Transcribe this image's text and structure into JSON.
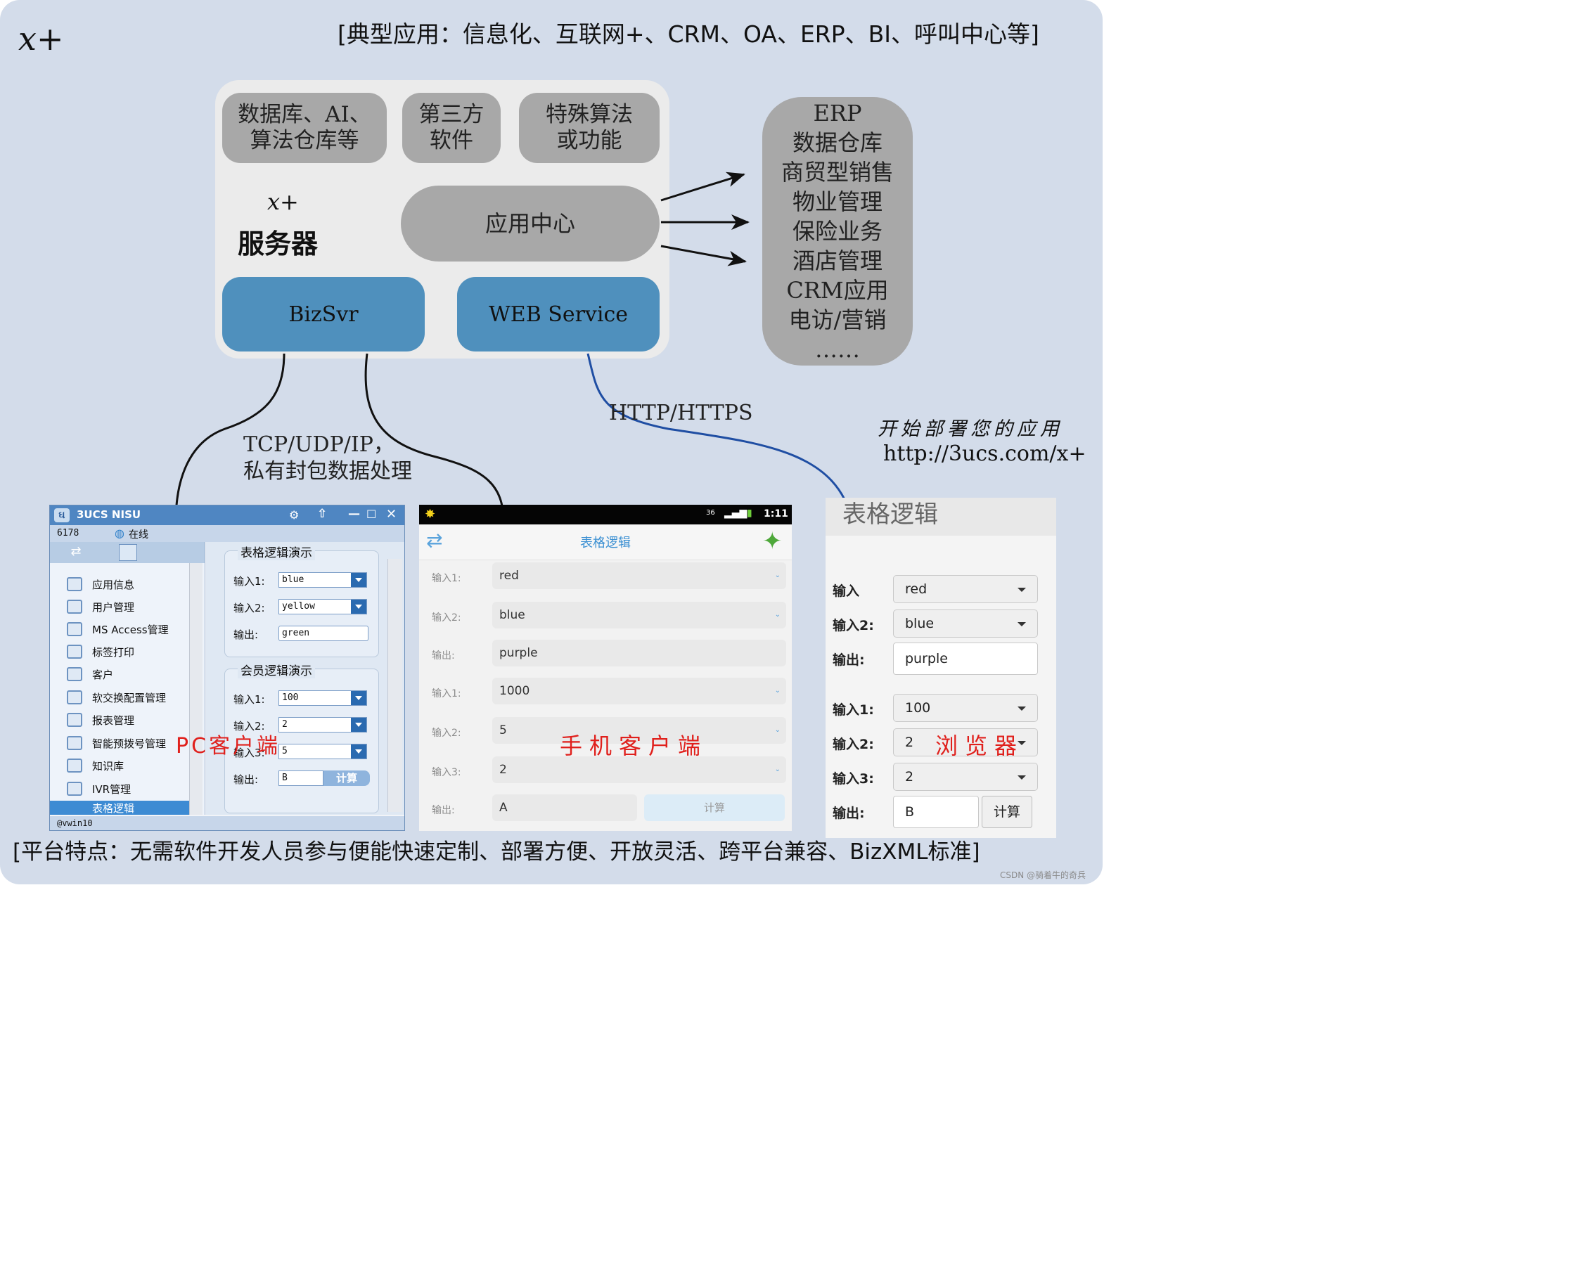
{
  "logo_text": "x+",
  "top_banner": "[典型应用：信息化、互联网+、CRM、OA、ERP、BI、呼叫中心等]",
  "server": {
    "box1": [
      "数据库、AI、",
      "算法仓库等"
    ],
    "box2": [
      "第三方",
      "软件"
    ],
    "box3": [
      "特殊算法",
      "或功能"
    ],
    "logo": "x+",
    "name": "服务器",
    "app_center": "应用中心",
    "bizsvr": "BizSvr",
    "webservice": "WEB Service"
  },
  "apps": [
    "ERP",
    "数据仓库",
    "商贸型销售",
    "物业管理",
    "保险业务",
    "酒店管理",
    "CRM应用",
    "电访/营销",
    "……"
  ],
  "protocol_tcp": [
    "TCP/UDP/IP，",
    "私有封包数据处理"
  ],
  "protocol_http": "HTTP/HTTPS",
  "deploy": {
    "slogan": "开始部署您的应用",
    "url": "http://3ucs.com/x+"
  },
  "pc_client": {
    "title": "3UCS NISU",
    "user_id": "6178",
    "online_status": "在线",
    "nav_items": [
      "应用信息",
      "用户管理",
      "MS Access管理",
      "标签打印",
      "客户",
      "软交换配置管理",
      "报表管理",
      "智能预拨号管理",
      "知识库",
      "IVR管理",
      "表格逻辑"
    ],
    "group1": {
      "title": "表格逻辑演示",
      "rows": [
        {
          "label": "输入1:",
          "value": "blue"
        },
        {
          "label": "输入2:",
          "value": "yellow"
        },
        {
          "label": "输出:",
          "value": "green"
        }
      ]
    },
    "group2": {
      "title": "会员逻辑演示",
      "rows": [
        {
          "label": "输入1:",
          "value": "100"
        },
        {
          "label": "输入2:",
          "value": "2"
        },
        {
          "label": "输入3:",
          "value": "5"
        },
        {
          "label": "输出:",
          "value": "B"
        }
      ],
      "button": "计算"
    },
    "footer": "@vwin10",
    "caption": "PC客户端"
  },
  "mobile_client": {
    "time": "1:11",
    "net": "36",
    "title": "表格逻辑",
    "rows": [
      {
        "label": "输入1:",
        "value": "red"
      },
      {
        "label": "输入2:",
        "value": "blue"
      },
      {
        "label": "输出:",
        "value": "purple"
      },
      {
        "label": "输入1:",
        "value": "1000"
      },
      {
        "label": "输入2:",
        "value": "5"
      },
      {
        "label": "输入3:",
        "value": "2"
      },
      {
        "label": "输出:",
        "value": "A"
      }
    ],
    "button": "计算",
    "caption": "手机客户端"
  },
  "browser_client": {
    "title": "表格逻辑",
    "rows": [
      {
        "label": "输入",
        "value": "red"
      },
      {
        "label": "输入2:",
        "value": "blue"
      },
      {
        "label": "输出:",
        "value": "purple"
      },
      {
        "label": "输入1:",
        "value": "100"
      },
      {
        "label": "输入2:",
        "value": "2"
      },
      {
        "label": "输入3:",
        "value": "2"
      },
      {
        "label": "输出:",
        "value": "B"
      }
    ],
    "button": "计算",
    "caption": "浏览器"
  },
  "bottom_banner": "[平台特点：无需软件开发人员参与便能快速定制、部署方便、开放灵活、跨平台兼容、BizXML标准]",
  "watermark": "CSDN @骑着牛的奇兵",
  "colors": {
    "background": "#d3dcea",
    "server_box": "#ebebeb",
    "gray_pill": "#a8a8a8",
    "blue_pill": "#4f90bd",
    "arrow_http": "#1f4ea3",
    "caption_red": "#e0201c"
  }
}
